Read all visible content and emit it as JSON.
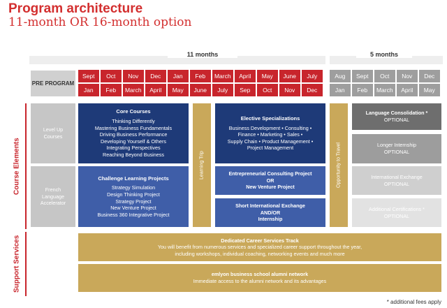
{
  "title": "Program architecture",
  "subtitle": "11-month  OR  16-month option",
  "period_11": "11 months",
  "period_5": "5 months",
  "pre_program": "PRE PROGRAM",
  "row1_months": [
    "Sept",
    "Oct",
    "Nov",
    "Dec",
    "Jan",
    "Feb",
    "March",
    "April",
    "May",
    "June",
    "July"
  ],
  "row2_months": [
    "Jan",
    "Feb",
    "March",
    "April",
    "May",
    "June",
    "July",
    "Sep",
    "Oct",
    "Nov",
    "Dec"
  ],
  "row1_ext": [
    "Aug",
    "Sept",
    "Oct",
    "Nov",
    "Dec"
  ],
  "row2_ext": [
    "Jan",
    "Feb",
    "March",
    "April",
    "May"
  ],
  "side_course": "Course Elements",
  "side_support": "Support Services",
  "level_up": "Level Up\nCourses",
  "french": "French\nLanguage\nAccelerator",
  "core": {
    "title": "Core Courses",
    "items": [
      "Thinking Differently",
      "Mastering Business Fundamentals",
      "Driving Business Performance",
      "Developing Yourself & Others",
      "Integrating Perspectives",
      "Reaching Beyond Business"
    ]
  },
  "challenge": {
    "title": "Challenge Learning Projects",
    "items": [
      "Strategy Simulation",
      "Design Thinking Project",
      "Strategy Project",
      "New Venture Project",
      "Business 360 Integrative Project"
    ]
  },
  "learning_trip": "Learning Trip",
  "elective": {
    "title": "Elective Specializations",
    "items": [
      "Business Development • Consulting •",
      "Finance • Marketing • Sales •",
      "Supply Chain • Product Management •",
      "Project Management"
    ]
  },
  "entre": {
    "line1": "Entrepreneurial Consulting Project",
    "line2": "OR",
    "line3": "New Venture Project"
  },
  "short": {
    "line1": "Short International Exchange",
    "line2": "AND/OR",
    "line3": "Internship"
  },
  "opportunity": "Opportunity to Travel",
  "lang": {
    "title": "Language Consolidation *",
    "sub": "OPTIONAL"
  },
  "longer": {
    "title": "Longer Internship",
    "sub": "OPTIONAL"
  },
  "intl": {
    "title": "International Exchange",
    "sub": "OPTIONAL"
  },
  "addl": {
    "title": "Additional Certifications *",
    "sub": "OPTIONAL"
  },
  "career": {
    "title": "Dedicated Career Services Track",
    "line1": "You will benefit from numerous services and specialized career support throughout the year,",
    "line2": "including workshops, individual coaching, networking events and much more"
  },
  "alumni": {
    "title": "emlyon business school alumni network",
    "line1": "Immediate access to the alumni network and its advantages"
  },
  "footnote": "* additional fees apply",
  "colors": {
    "red": "#c8252c",
    "navy": "#1e3a78",
    "blue": "#3f5ea8",
    "gold": "#c9a85a"
  }
}
